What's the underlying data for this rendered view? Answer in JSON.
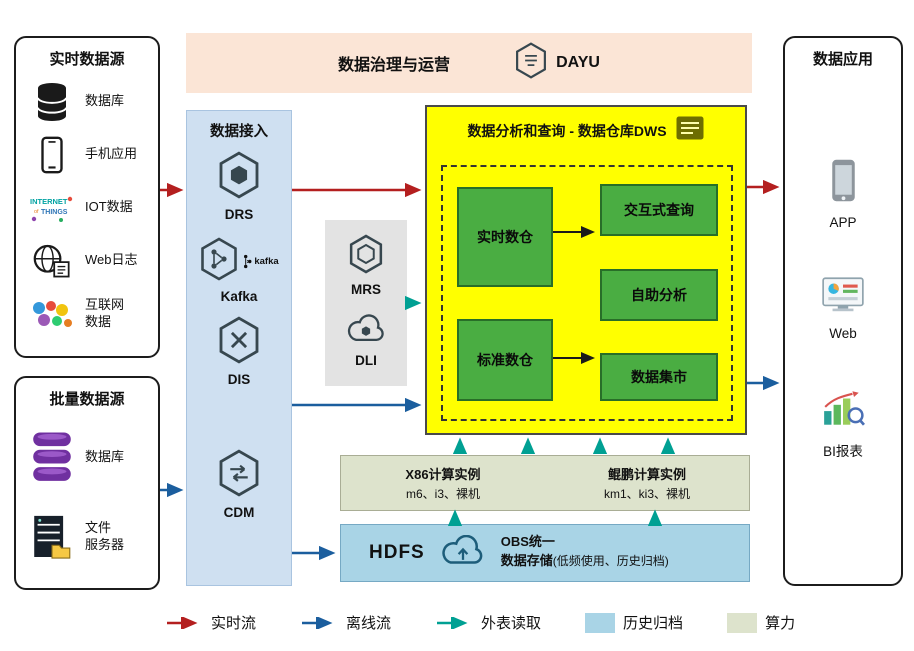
{
  "realtime_sources": {
    "title": "实时数据源",
    "items": [
      {
        "label": "数据库",
        "icon": "database-icon"
      },
      {
        "label": "手机应用",
        "icon": "mobile-phone-icon"
      },
      {
        "label": "IOT数据",
        "icon": "iot-icon"
      },
      {
        "label": "Web日志",
        "icon": "web-log-icon"
      },
      {
        "label": "互联网\n数据",
        "icon": "internet-data-icon"
      }
    ]
  },
  "batch_sources": {
    "title": "批量数据源",
    "items": [
      {
        "label": "数据库",
        "icon": "database-purple-icon"
      },
      {
        "label": "文件\n服务器",
        "icon": "file-server-icon"
      }
    ]
  },
  "governance": {
    "title": "数据治理与运营",
    "product": "DAYU",
    "icon": "dayu-hexagon-icon"
  },
  "ingestion": {
    "title": "数据接入",
    "items": [
      {
        "label": "DRS",
        "icon": "drs-hexagon-icon"
      },
      {
        "label": "Kafka",
        "icon": "kafka-hexagon-icon",
        "logo_text": "kafka"
      },
      {
        "label": "DIS",
        "icon": "dis-hexagon-icon"
      },
      {
        "label": "CDM",
        "icon": "cdm-hexagon-icon"
      }
    ]
  },
  "processing": {
    "items": [
      {
        "label": "MRS",
        "icon": "mrs-hexagon-icon"
      },
      {
        "label": "DLI",
        "icon": "dli-cloud-icon"
      }
    ]
  },
  "dws": {
    "title": "数据分析和查询 - 数据仓库DWS",
    "icon": "dws-report-icon",
    "warehouses": [
      {
        "label": "实时数仓"
      },
      {
        "label": "标准数仓"
      }
    ],
    "services": [
      {
        "label": "交互式查询"
      },
      {
        "label": "自助分析"
      },
      {
        "label": "数据集市"
      }
    ]
  },
  "compute": {
    "x86": {
      "title": "X86计算实例",
      "models": "m6、i3、裸机"
    },
    "kunpeng": {
      "title": "鲲鹏计算实例",
      "models": "km1、ki3、裸机"
    }
  },
  "storage": {
    "hdfs": "HDFS",
    "icon": "obs-cloud-icon",
    "obs_line1": "OBS统一",
    "obs_line2": "数据存储",
    "obs_note": "(低频使用、历史归档)"
  },
  "applications": {
    "title": "数据应用",
    "items": [
      {
        "label": "APP",
        "icon": "app-phone-icon"
      },
      {
        "label": "Web",
        "icon": "web-monitor-icon"
      },
      {
        "label": "BI报表",
        "icon": "bi-report-icon"
      }
    ]
  },
  "legend": {
    "items": [
      {
        "label": "实时流",
        "type": "arrow",
        "color": "#b41f1f"
      },
      {
        "label": "离线流",
        "type": "arrow",
        "color": "#1b5e9e"
      },
      {
        "label": "外表读取",
        "type": "arrow",
        "color": "#00a093"
      },
      {
        "label": "历史归档",
        "type": "swatch",
        "color": "#a9d4e6"
      },
      {
        "label": "算力",
        "type": "swatch",
        "color": "#dde3cc"
      }
    ]
  },
  "colors": {
    "realtime_flow": "#b41f1f",
    "offline_flow": "#1b5e9e",
    "external_read": "#00a093",
    "dws_bg": "#ffff00",
    "green_box": "#4aad42",
    "ingestion_bg": "#cfe0f1",
    "governance_bg": "#fbe5d6",
    "compute_bg": "#dde3cc",
    "storage_bg": "#a9d4e6",
    "processing_bg": "#e3e3e3",
    "batch_db": "#7030a0"
  }
}
